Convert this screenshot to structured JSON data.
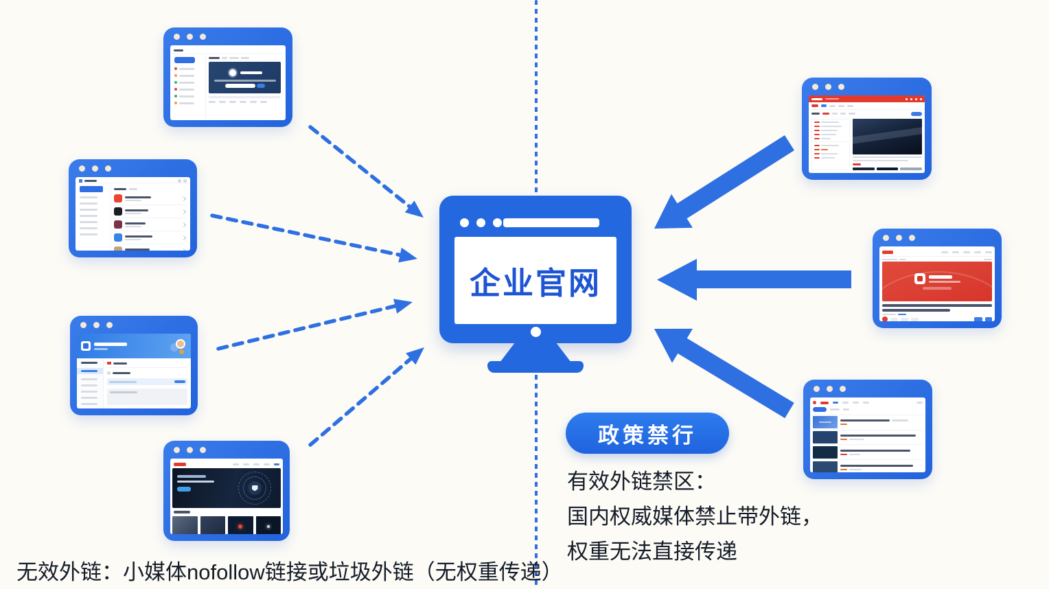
{
  "monitor": {
    "label": "企业官网"
  },
  "policy_badge": {
    "label": "政策禁行"
  },
  "valid_links_note": {
    "lines": [
      "有效外链禁区：",
      "国内权威媒体禁止带外链，",
      "权重无法直接传递"
    ]
  },
  "invalid_links_note": {
    "text": "无效外链：小媒体nofollow链接或垃圾外链（无权重传递）"
  },
  "colors": {
    "primary_blue": "#2e6fe3",
    "arrow_blue": "#2e6fe2",
    "monitor_blue": "#2468e0",
    "badge_blue_top": "#2e7ced",
    "badge_blue_bottom": "#1f63de",
    "background": "#fcfbf6",
    "window_dot_cream": "#f3e9d6",
    "news_red": "#e23a2e",
    "text_dark": "#151c28"
  },
  "windows": [
    {
      "id": "top-left",
      "side": "left",
      "kind": "blue-portal-site"
    },
    {
      "id": "mid-left",
      "side": "left",
      "kind": "app-directory-site"
    },
    {
      "id": "lower-left",
      "side": "left",
      "kind": "gov-service-site"
    },
    {
      "id": "bottom-left",
      "side": "left",
      "kind": "corporate-site"
    },
    {
      "id": "top-right",
      "side": "right",
      "kind": "news-portal-site"
    },
    {
      "id": "mid-right",
      "side": "right",
      "kind": "news-article-site"
    },
    {
      "id": "bottom-right",
      "side": "right",
      "kind": "news-list-site"
    }
  ]
}
